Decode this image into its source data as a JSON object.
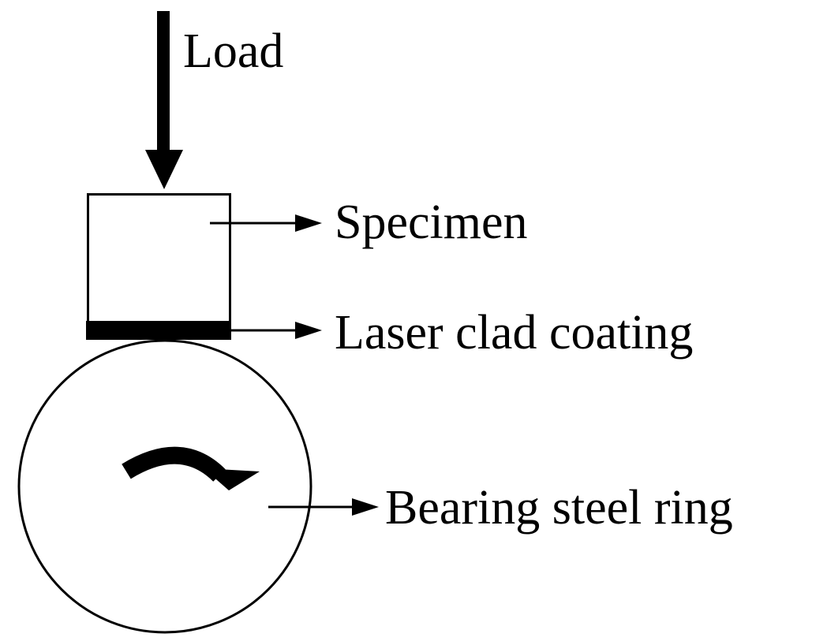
{
  "labels": {
    "load": "Load",
    "specimen": "Specimen",
    "coating": "Laser clad coating",
    "ring": "Bearing steel ring"
  },
  "colors": {
    "ink": "#000000",
    "background": "#ffffff"
  },
  "icons": {
    "rotation": "clockwise-rotation-arrow-icon",
    "load": "down-arrow-icon"
  }
}
